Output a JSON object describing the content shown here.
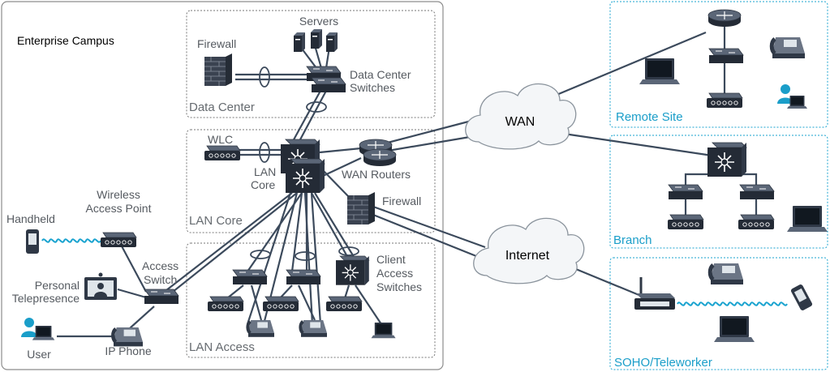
{
  "enterprise": {
    "title": "Enterprise Campus",
    "zones": {
      "data_center": "Data Center",
      "lan_core": "LAN Core",
      "lan_access": "LAN Access"
    },
    "devices": {
      "servers": "Servers",
      "firewall_dc": "Firewall",
      "dc_switches_line1": "Data Center",
      "dc_switches_line2": "Switches",
      "wlc": "WLC",
      "lan_core_line1": "LAN",
      "lan_core_line2": "Core",
      "wan_routers": "WAN Routers",
      "firewall_edge": "Firewall",
      "wireless_ap_line1": "Wireless",
      "wireless_ap_line2": "Access Point",
      "handheld": "Handheld",
      "access_switch_line1": "Access",
      "access_switch_line2": "Switch",
      "telepresence_line1": "Personal",
      "telepresence_line2": "Telepresence",
      "user": "User",
      "ip_phone": "IP Phone",
      "client_access_line1": "Client",
      "client_access_line2": "Access",
      "client_access_line3": "Switches"
    }
  },
  "clouds": {
    "wan": "WAN",
    "internet": "Internet"
  },
  "sites": {
    "remote": "Remote Site",
    "branch": "Branch",
    "soho": "SOHO/Teleworker"
  },
  "colors": {
    "device": "#2f3846",
    "link": "#3c4a5c",
    "wireless": "#1aa3cf",
    "site_label": "#1a9ec9",
    "zone_border": "#888888"
  }
}
